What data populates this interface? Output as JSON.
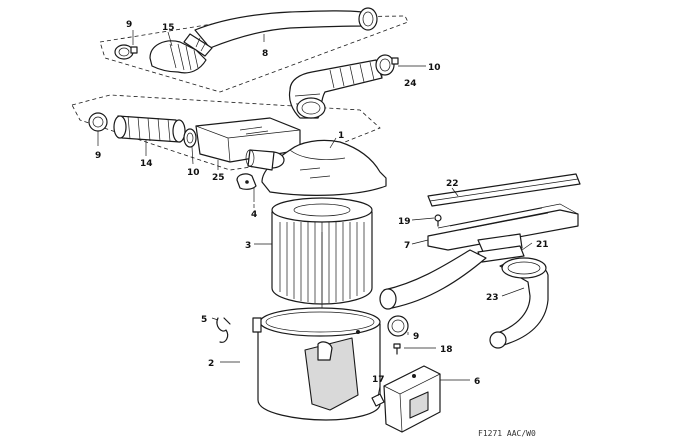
{
  "callouts": [
    {
      "id": "c9a",
      "text": "9"
    },
    {
      "id": "c15",
      "text": "15"
    },
    {
      "id": "c8",
      "text": "8"
    },
    {
      "id": "c10a",
      "text": "10"
    },
    {
      "id": "c24",
      "text": "24"
    },
    {
      "id": "c9b",
      "text": "9"
    },
    {
      "id": "c14",
      "text": "14"
    },
    {
      "id": "c10b",
      "text": "10"
    },
    {
      "id": "c25",
      "text": "25"
    },
    {
      "id": "c1",
      "text": "1"
    },
    {
      "id": "c4",
      "text": "4"
    },
    {
      "id": "c3",
      "text": "3"
    },
    {
      "id": "c22",
      "text": "22"
    },
    {
      "id": "c19",
      "text": "19"
    },
    {
      "id": "c7",
      "text": "7"
    },
    {
      "id": "c21",
      "text": "21"
    },
    {
      "id": "c23",
      "text": "23"
    },
    {
      "id": "c5",
      "text": "5"
    },
    {
      "id": "c9c",
      "text": "9"
    },
    {
      "id": "c18",
      "text": "18"
    },
    {
      "id": "c2",
      "text": "2"
    },
    {
      "id": "c17",
      "text": "17"
    },
    {
      "id": "c6",
      "text": "6"
    }
  ],
  "drawing_code": "F1271 AAC/W0"
}
